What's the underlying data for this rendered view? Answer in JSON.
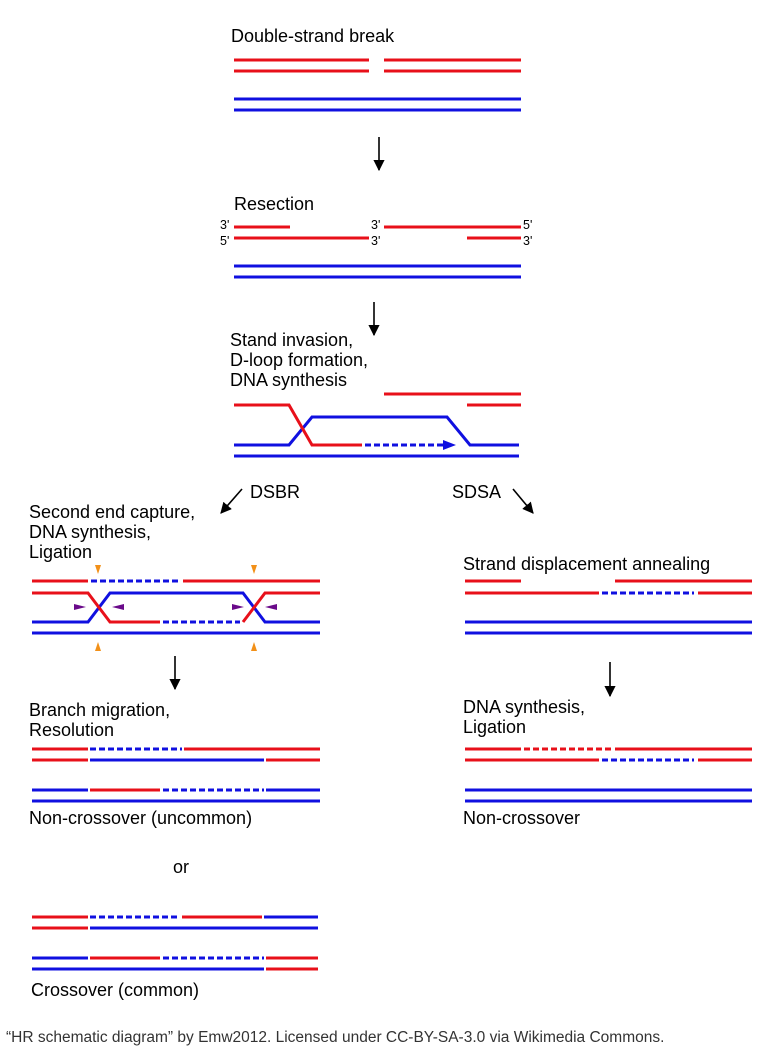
{
  "colors": {
    "red": "#e8101a",
    "blue": "#1010e0",
    "orange": "#f29018",
    "purple": "#6a0a8a",
    "black": "#000000"
  },
  "steps": {
    "double_strand_break": "Double-strand break",
    "resection": "Resection",
    "invasion": [
      "Stand invasion,",
      "D-loop formation,",
      "DNA synthesis"
    ],
    "dsbr_label": "DSBR",
    "sdsa_label": "SDSA",
    "second_end": [
      "Second end capture,",
      "DNA synthesis,",
      "Ligation"
    ],
    "branch_migration": [
      "Branch migration,",
      "Resolution"
    ],
    "non_crossover_uncommon": "Non-crossover (uncommon)",
    "or": "or",
    "crossover_common": "Crossover (common)",
    "strand_displacement": "Strand displacement annealing",
    "dna_synthesis_ligation": [
      "DNA synthesis,",
      "Ligation"
    ],
    "non_crossover": "Non-crossover"
  },
  "end_labels": {
    "three_prime": "3'",
    "five_prime": "5'"
  },
  "credit": "“HR schematic diagram” by Emw2012. Licensed under CC-BY-SA-3.0 via Wikimedia Commons."
}
